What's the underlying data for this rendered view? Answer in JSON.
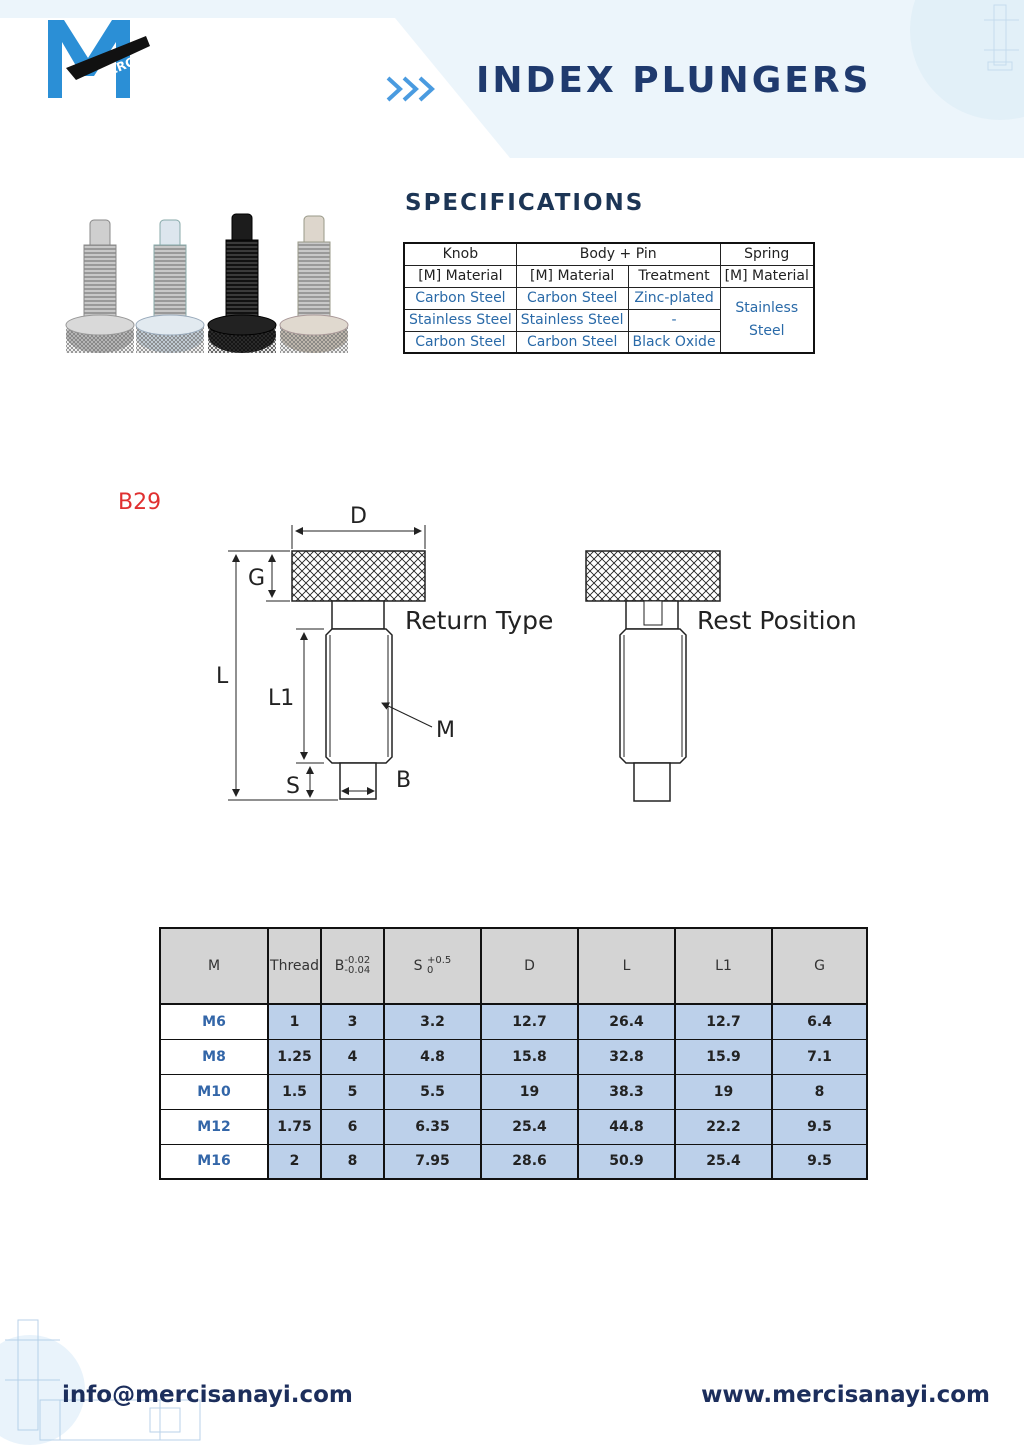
{
  "brand": {
    "logo_text": "MERCI",
    "title": "INDEX PLUNGERS"
  },
  "colors": {
    "navy": "#1f3a6e",
    "band": "#e8f3fb",
    "accent_blue": "#2a6aa8",
    "cell_blue": "#bcd0ea",
    "red": "#e03030"
  },
  "spec": {
    "heading": "SPECIFICATIONS",
    "group_headers": [
      "Knob",
      "Body + Pin",
      "Spring"
    ],
    "sub_headers": [
      "[M] Material",
      "[M] Material",
      "Treatment",
      "[M] Material"
    ],
    "rows": [
      [
        "Carbon Steel",
        "Carbon Steel",
        "Zinc-plated"
      ],
      [
        "Stainless Steel",
        "Stainless Steel",
        "-"
      ],
      [
        "Carbon Steel",
        "Carbon Steel",
        "Black Oxide"
      ]
    ],
    "spring_material_line1": "Stainless",
    "spring_material_line2": "Steel"
  },
  "model_code": "B29",
  "diagram": {
    "label_d": "D",
    "label_g": "G",
    "label_l": "L",
    "label_l1": "L1",
    "label_m": "M",
    "label_s": "S",
    "label_b": "B",
    "return_type": "Return Type",
    "rest_position": "Rest Position"
  },
  "dims": {
    "headers": {
      "m": "M",
      "thread": "Thread",
      "b": "B",
      "b_upper": "-0.02",
      "b_lower": "-0.04",
      "s": "S",
      "s_upper": "+0.5",
      "s_lower": "0",
      "d": "D",
      "l": "L",
      "l1": "L1",
      "g": "G"
    },
    "rows": [
      [
        "M6",
        "1",
        "3",
        "3.2",
        "12.7",
        "26.4",
        "12.7",
        "6.4"
      ],
      [
        "M8",
        "1.25",
        "4",
        "4.8",
        "15.8",
        "32.8",
        "15.9",
        "7.1"
      ],
      [
        "M10",
        "1.5",
        "5",
        "5.5",
        "19",
        "38.3",
        "19",
        "8"
      ],
      [
        "M12",
        "1.75",
        "6",
        "6.35",
        "25.4",
        "44.8",
        "22.2",
        "9.5"
      ],
      [
        "M16",
        "2",
        "8",
        "7.95",
        "28.6",
        "50.9",
        "25.4",
        "9.5"
      ]
    ]
  },
  "footer": {
    "email": "info@mercisanayi.com",
    "website": "www.mercisanayi.com"
  }
}
